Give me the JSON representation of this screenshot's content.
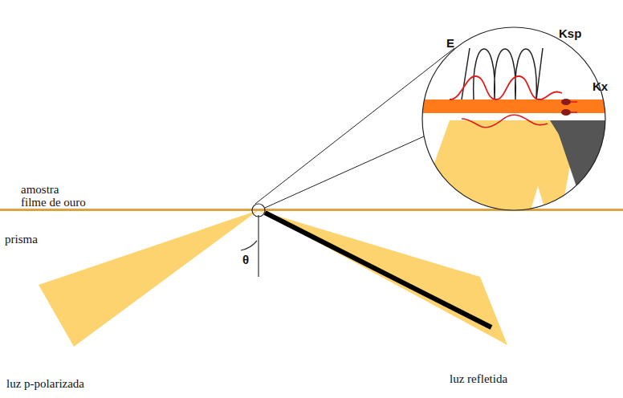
{
  "diagram": {
    "labels": [
      "amostra",
      "filme de ouro",
      "prisma",
      "θ",
      "luz p-polarizada",
      "luz refletida",
      "E",
      "Ksp",
      "Kx"
    ]
  }
}
